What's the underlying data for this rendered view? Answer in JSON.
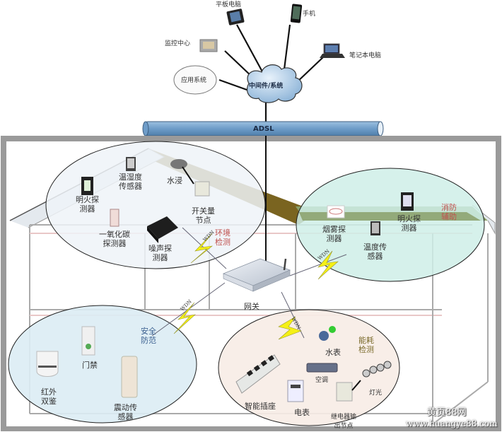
{
  "top": {
    "devices": {
      "tablet": "平板电脑",
      "phone": "手机",
      "monitor_center": "监控中心",
      "laptop": "笔记本电脑",
      "app_system": "应用系统"
    },
    "cloud_label": "中间件/系统",
    "adsl_label": "ADSL"
  },
  "gateway": {
    "label": "网关",
    "link_label": "WDN"
  },
  "zones": {
    "environment": {
      "title": "环境\n检测",
      "devices": [
        "明火探\n测器",
        "温湿度\n传感器",
        "水浸",
        "开关量\n节点",
        "一氧化碳\n探测器",
        "噪声探\n测器"
      ]
    },
    "fire": {
      "title": "消防\n辅助",
      "devices": [
        "烟雾探\n测器",
        "温度传\n感器",
        "明火探\n测器"
      ]
    },
    "security": {
      "title": "安全\n防范",
      "devices": [
        "红外\n双鉴",
        "门禁",
        "震动传\n感器"
      ]
    },
    "energy": {
      "title": "能耗\n检测",
      "devices": [
        "水表",
        "空调",
        "灯光",
        "智能插座",
        "电表",
        "继电器输\n出节点"
      ]
    }
  },
  "watermark": {
    "line1": "黄页88网",
    "line2": "www.huangye88.com"
  },
  "colors": {
    "frame": "#9a9a9a",
    "roof_dark": "#6b5a1e",
    "env_zone": "#eef3f8",
    "fire_zone": "#cfeee8",
    "security_zone": "#dcecf4",
    "energy_zone": "#f7ece6",
    "adsl_pipe": "#6e9cc8",
    "bolt": "#f5f016"
  }
}
